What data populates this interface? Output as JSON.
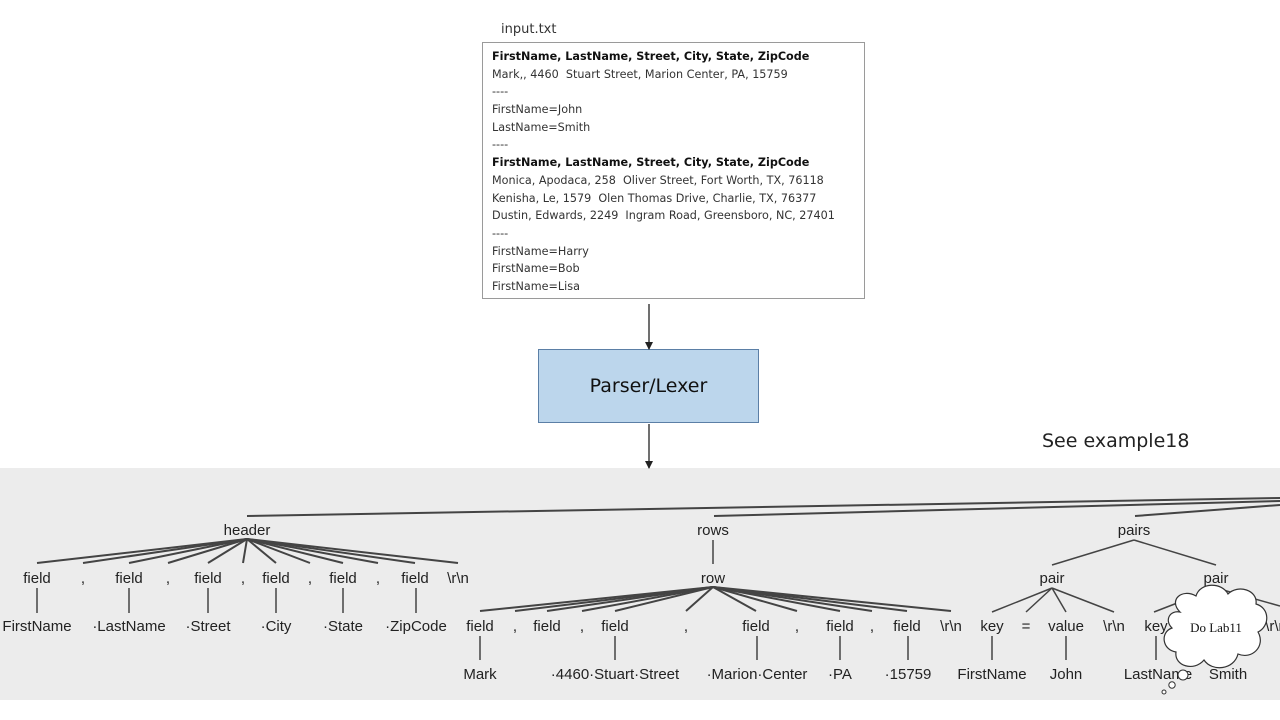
{
  "input_file": {
    "filename": "input.txt",
    "lines": [
      {
        "text": "FirstName, LastName, Street, City, State, ZipCode",
        "bold": true
      },
      {
        "text": "Mark,, 4460  Stuart Street, Marion Center, PA, 15759",
        "bold": false
      },
      {
        "text": "----",
        "bold": false
      },
      {
        "text": "FirstName=John",
        "bold": false
      },
      {
        "text": "LastName=Smith",
        "bold": false
      },
      {
        "text": "----",
        "bold": false
      },
      {
        "text": "FirstName, LastName, Street, City, State, ZipCode",
        "bold": true
      },
      {
        "text": "Monica, Apodaca, 258  Oliver Street, Fort Worth, TX, 76118",
        "bold": false
      },
      {
        "text": "Kenisha, Le, 1579  Olen Thomas Drive, Charlie, TX, 76377",
        "bold": false
      },
      {
        "text": "Dustin, Edwards, 2249  Ingram Road, Greensboro, NC, 27401",
        "bold": false
      },
      {
        "text": "----",
        "bold": false
      },
      {
        "text": "FirstName=Harry",
        "bold": false
      },
      {
        "text": "FirstName=Bob",
        "bold": false
      },
      {
        "text": "FirstName=Lisa",
        "bold": false
      }
    ]
  },
  "processor": {
    "label": "Parser/Lexer"
  },
  "reference": {
    "label": "See example18"
  },
  "parse_tree": {
    "header": {
      "label": "header",
      "children": [
        "field",
        ",",
        "field",
        ",",
        "field",
        ",",
        "field",
        ",",
        "field",
        ",",
        "field",
        "\\r\\n"
      ],
      "leaves": [
        "FirstName",
        "·LastName",
        "·Street",
        "·City",
        "·State",
        "·ZipCode"
      ]
    },
    "rows": {
      "label": "rows",
      "row_label": "row",
      "children": [
        "field",
        ",",
        "field",
        ",",
        "field",
        ",",
        "field",
        ",",
        "field",
        ",",
        "field",
        "\\r\\n"
      ],
      "leaves": [
        "Mark",
        "·4460·Stuart·Street",
        "·Marion·Center",
        "·PA",
        "·15759"
      ]
    },
    "pairs": {
      "label": "pairs",
      "pair_label": "pair",
      "pair1_children": [
        "key",
        "=",
        "value",
        "\\r\\n"
      ],
      "pair1_leaves": [
        "FirstName",
        "John"
      ],
      "pair2_children": [
        "key",
        "=",
        "\\r\\n"
      ],
      "pair2_leaves": [
        "LastName",
        "Smith"
      ]
    }
  },
  "callout": {
    "text": "Do Lab11"
  }
}
